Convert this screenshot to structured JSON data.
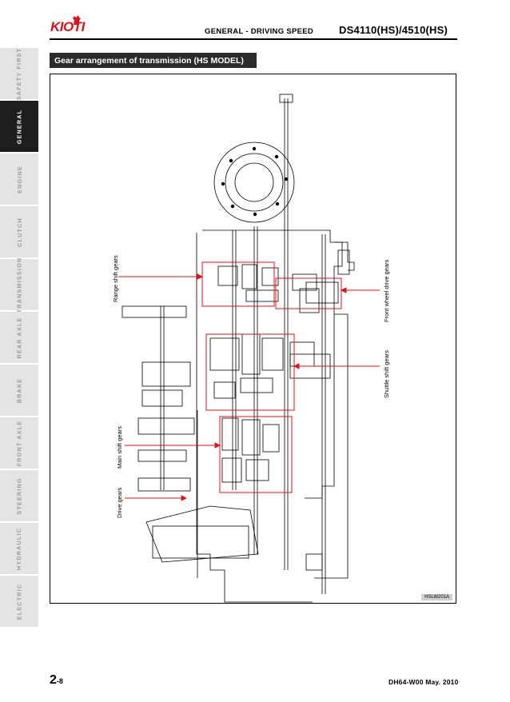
{
  "header": {
    "logo": "KIOTI",
    "section": "GENERAL - DRIVING SPEED",
    "model": "DS4110(HS)/4510(HS)"
  },
  "tabs": [
    {
      "label": "SAFETY FIRST",
      "active": false
    },
    {
      "label": "GENERAL",
      "active": true
    },
    {
      "label": "ENGINE",
      "active": false
    },
    {
      "label": "CLUTCH",
      "active": false
    },
    {
      "label": "TRANSMISSION",
      "active": false
    },
    {
      "label": "REAR AXLE",
      "active": false
    },
    {
      "label": "BRAKE",
      "active": false
    },
    {
      "label": "FRONT AXLE",
      "active": false
    },
    {
      "label": "STEERING",
      "active": false
    },
    {
      "label": "HYDRAULIC",
      "active": false
    },
    {
      "label": "ELECTRIC",
      "active": false
    }
  ],
  "title": "Gear arrangement of transmission (HS MODEL)",
  "figure": {
    "code": "HSLW201A",
    "labels": {
      "range": "Range shift gears",
      "main": "Main shift gears",
      "drive": "Drive gears",
      "front": "Front wheel drive gears",
      "shuttle": "Shuttle shift gears"
    }
  },
  "footer": {
    "page_major": "2",
    "page_minor": "-8",
    "doc": "DH64-W00  May. 2010"
  },
  "colors": {
    "accent": "#e0101a",
    "active_tab": "#1e1e1e",
    "inactive_tab": "#e4e4e4",
    "title_bar": "#2b2b2b"
  }
}
